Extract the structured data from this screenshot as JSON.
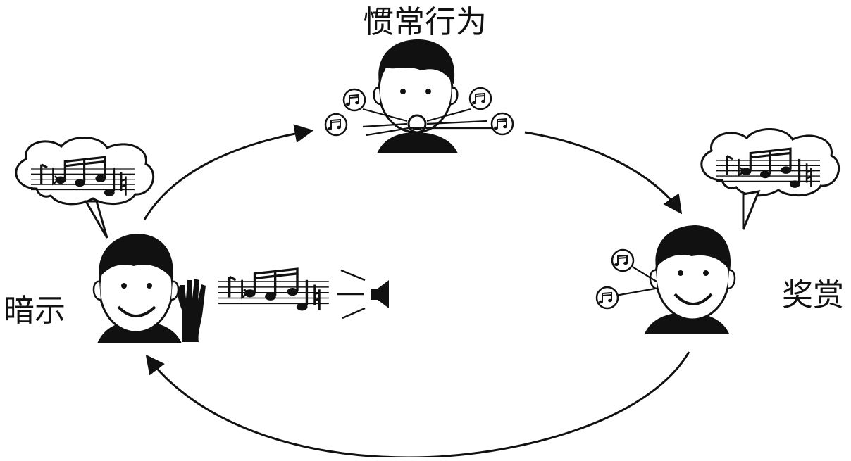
{
  "labels": {
    "routine": "惯常行为",
    "cue": "暗示",
    "reward": "奖赏"
  },
  "colors": {
    "ink": "#111111",
    "background": "#ffffff"
  },
  "icons": {
    "person": "person-icon",
    "music_note": "music-note-icon",
    "speaker": "speaker-icon",
    "thought_cloud": "thought-cloud-icon",
    "hand": "hand-icon"
  }
}
